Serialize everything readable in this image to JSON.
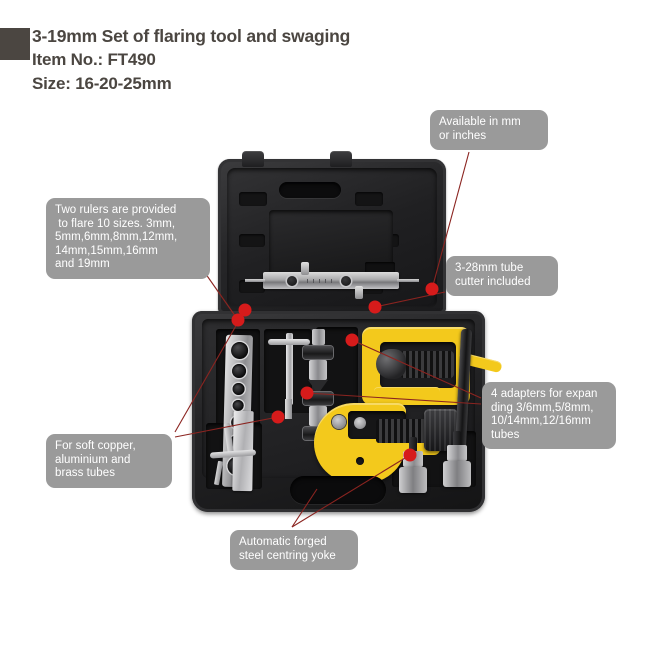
{
  "header": {
    "title": "3-19mm Set of flaring tool and swaging",
    "item_no": "Item No.: FT490",
    "size": "Size: 16-20-25mm",
    "square_color": "#4b4641",
    "text_color": "#4b4641"
  },
  "callouts": {
    "available": {
      "name": "available-in-mm-or-inches",
      "lines": [
        "Available in mm",
        "or inches"
      ]
    },
    "rulers": {
      "name": "two-rulers-provided",
      "lines": [
        "Two rulers are provided",
        " to flare 10 sizes. 3mm,",
        "5mm,6mm,8mm,12mm,",
        "14mm,15mm,16mm",
        "and 19mm"
      ]
    },
    "tube_cutter": {
      "name": "tube-cutter-included",
      "lines": [
        "3-28mm tube",
        "cutter included"
      ]
    },
    "adapters": {
      "name": "four-adapters-for-expanding",
      "lines": [
        "4 adapters for expan",
        "ding 3/6mm,5/8mm,",
        "10/14mm,12/16mm",
        "tubes"
      ]
    },
    "soft_tubes": {
      "name": "for-soft-copper-tubes",
      "lines": [
        "For soft copper,",
        "aluminium and",
        "brass tubes"
      ]
    },
    "yoke": {
      "name": "automatic-forged-steel-centring-yoke",
      "lines": [
        "Automatic forged",
        "steel centring yoke"
      ]
    }
  },
  "style": {
    "callout_bg": "#9a9a9a",
    "callout_text": "#ffffff",
    "leader_line": "#8b2420",
    "dot_color": "#d61b1b",
    "tool_yellow": "#f3c91c",
    "case_black": "#1f1f21",
    "background": "#ffffff"
  },
  "product": {
    "name": "flaring-tool-kit-case",
    "parts": [
      "case-lid",
      "case-tray",
      "flaring-bar",
      "second-flaring-bar",
      "t-handle-screwdriver",
      "yellow-flaring-yoke",
      "yellow-tube-cutter",
      "adapter-stack",
      "bottom-adapters",
      "black-rod"
    ]
  }
}
